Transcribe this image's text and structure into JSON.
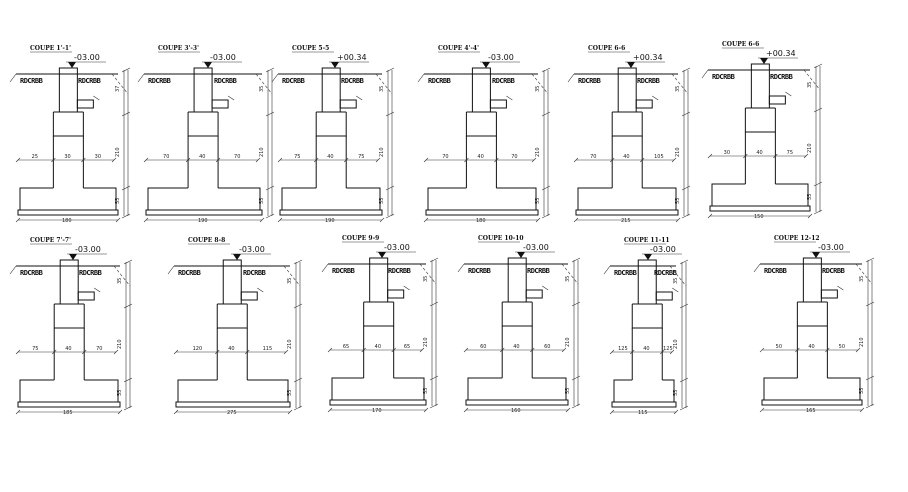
{
  "drawing": {
    "sections": [
      {
        "title": "COUPE 1'-1'",
        "level": "-03.00",
        "soil": "RDCRBB",
        "w1": "25",
        "w2": "30",
        "w3": "30",
        "base": "180",
        "vtop": "37",
        "vmid": "210",
        "vbot": "55"
      },
      {
        "title": "COUPE 3'-3'",
        "level": "-03.00",
        "soil": "RDCRBB",
        "w1": "70",
        "w2": "40",
        "w3": "70",
        "base": "190",
        "vtop": "35",
        "vmid": "210",
        "vbot": "55"
      },
      {
        "title": "COUPE 5-5",
        "level": "+00.34",
        "soil": "RDCRBB",
        "w1": "75",
        "w2": "40",
        "w3": "75",
        "base": "190",
        "vtop": "35",
        "vmid": "210",
        "vbot": "55"
      },
      {
        "title": "COUPE 4'-4'",
        "level": "-03.00",
        "soil": "RDCRBB",
        "w1": "70",
        "w2": "40",
        "w3": "70",
        "base": "180",
        "vtop": "35",
        "vmid": "210",
        "vbot": "55"
      },
      {
        "title": "COUPE 6-6",
        "level": "+00.34",
        "soil": "RDCRBB",
        "w1": "70",
        "w2": "40",
        "w3": "105",
        "base": "215",
        "vtop": "35",
        "vmid": "210",
        "vbot": "55"
      },
      {
        "title": "COUPE 6-6",
        "level": "+00.34",
        "soil": "RDCRBB",
        "w1": "30",
        "w2": "40",
        "w3": "75",
        "base": "150",
        "vtop": "35",
        "vmid": "210",
        "vbot": "55"
      },
      {
        "title": "COUPE 7'-7'",
        "level": "-03.00",
        "soil": "RDCRBB",
        "w1": "75",
        "w2": "40",
        "w3": "70",
        "base": "185",
        "vtop": "35",
        "vmid": "210",
        "vbot": "55"
      },
      {
        "title": "COUPE 8-8",
        "level": "-03.00",
        "soil": "RDCRBB",
        "w1": "120",
        "w2": "40",
        "w3": "115",
        "base": "275",
        "vtop": "35",
        "vmid": "210",
        "vbot": "55"
      },
      {
        "title": "COUPE 9-9",
        "level": "-03.00",
        "soil": "RDCRBB",
        "w1": "65",
        "w2": "40",
        "w3": "65",
        "base": "170",
        "vtop": "35",
        "vmid": "210",
        "vbot": "55"
      },
      {
        "title": "COUPE 10-10",
        "level": "-03.00",
        "soil": "RDCRBB",
        "w1": "60",
        "w2": "40",
        "w3": "60",
        "base": "160",
        "vtop": "35",
        "vmid": "210",
        "vbot": "55"
      },
      {
        "title": "COUPE 11-11",
        "level": "-03.00",
        "soil": "RDCRBB",
        "w1": "125",
        "w2": "40",
        "w3": "125",
        "base": "115",
        "vtop": "35",
        "vmid": "210",
        "vbot": "55"
      },
      {
        "title": "COUPE 12-12",
        "level": "-03.00",
        "soil": "RDCRBB",
        "w1": "50",
        "w2": "40",
        "w3": "50",
        "base": "165",
        "vtop": "35",
        "vmid": "210",
        "vbot": "55"
      }
    ]
  }
}
